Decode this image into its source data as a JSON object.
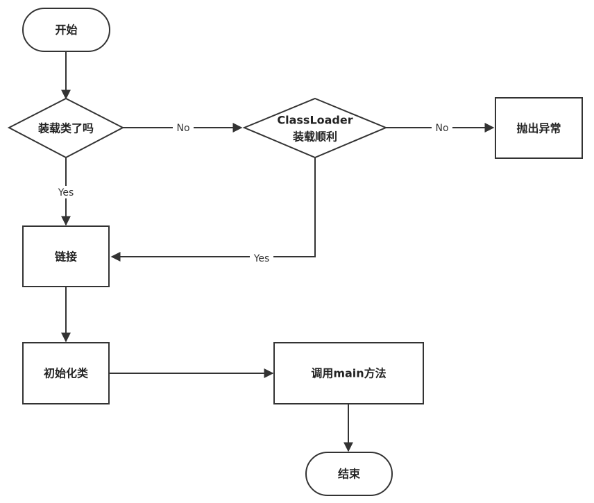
{
  "nodes": {
    "start": {
      "label": "开始",
      "shape": "terminator"
    },
    "loaded": {
      "label": "装载类了吗",
      "shape": "decision"
    },
    "classloader": {
      "label_line1": "ClassLoader",
      "label_line2": "装载顺利",
      "shape": "decision"
    },
    "throw": {
      "label": "抛出异常",
      "shape": "process"
    },
    "link": {
      "label": "链接",
      "shape": "process"
    },
    "init": {
      "label": "初始化类",
      "shape": "process"
    },
    "main": {
      "label": "调用main方法",
      "shape": "process"
    },
    "end": {
      "label": "结束",
      "shape": "terminator"
    }
  },
  "edges": {
    "loaded_no": {
      "from": "装载类了吗",
      "to": "ClassLoader 装载顺利",
      "label": "No"
    },
    "classloader_no": {
      "from": "ClassLoader 装载顺利",
      "to": "抛出异常",
      "label": "No"
    },
    "loaded_yes": {
      "from": "装载类了吗",
      "to": "链接",
      "label": "Yes"
    },
    "classloader_yes": {
      "from": "ClassLoader 装载顺利",
      "to": "链接",
      "label": "Yes"
    }
  },
  "colors": {
    "stroke": "#333333",
    "fill": "#ffffff",
    "text": "#222222"
  }
}
